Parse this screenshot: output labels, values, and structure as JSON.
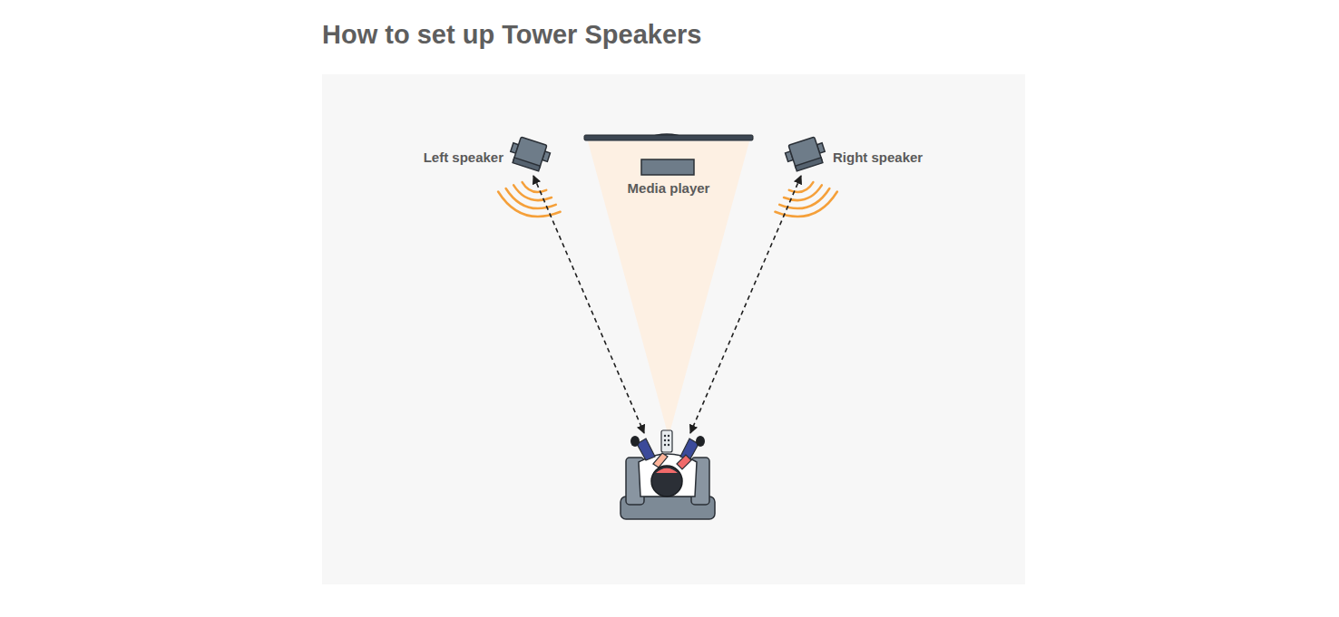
{
  "diagram": {
    "title": "How to set up Tower Speakers",
    "labels": [
      "Left speaker",
      "Media player",
      "Right speaker"
    ]
  }
}
